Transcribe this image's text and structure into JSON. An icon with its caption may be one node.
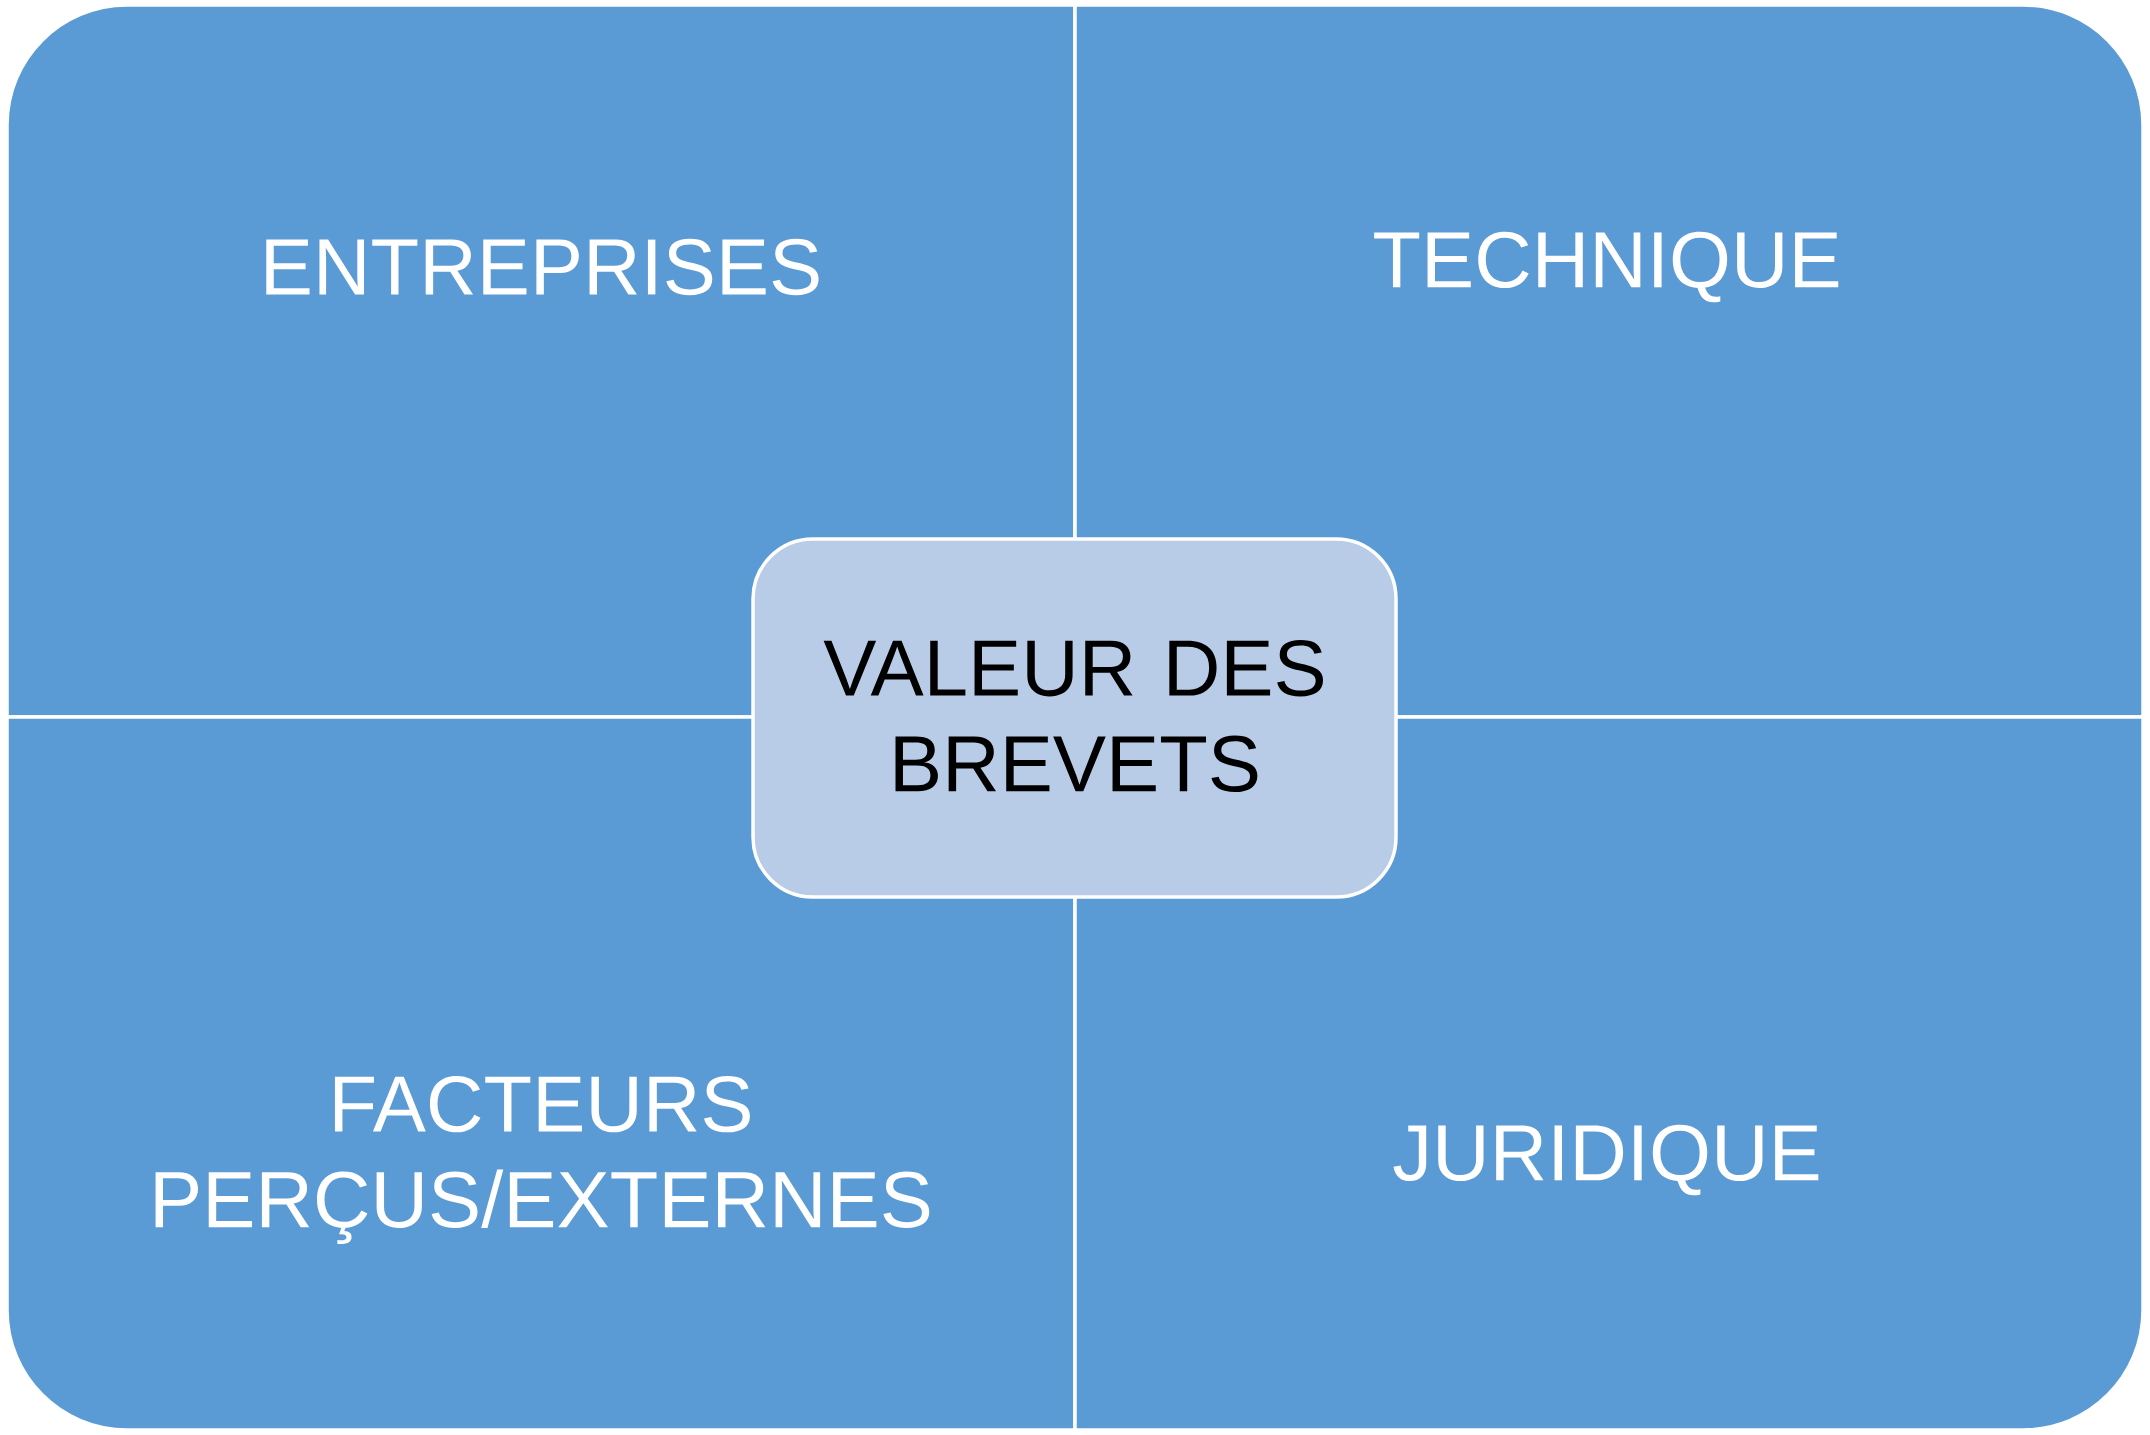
{
  "diagram": {
    "nodes": [
      {
        "text": [
          "ENTREPRISES"
        ]
      },
      {
        "text": [
          "TECHNIQUE"
        ]
      },
      {
        "text": [
          "FACTEURS PERÇUS/EXTERNES"
        ]
      },
      {
        "text": [
          "JURIDIQUE"
        ]
      },
      {
        "text": [
          "VALEUR DES BREVETS"
        ]
      }
    ]
  }
}
